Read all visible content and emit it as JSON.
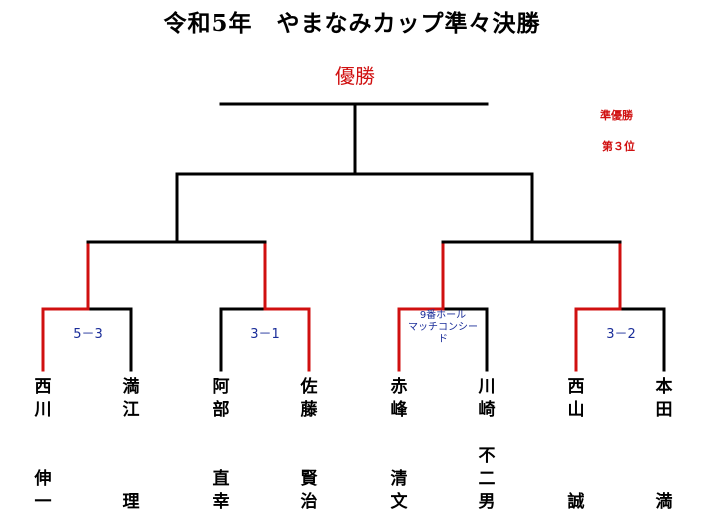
{
  "title": "令和5年　やまなみカップ準々決勝",
  "winner_label": "優勝",
  "legend": {
    "runner_up": "準優勝",
    "third": "第３位"
  },
  "colors": {
    "winner_path": "#d01010",
    "line": "#000000",
    "score": "#1a2d99"
  },
  "matches": [
    {
      "score": "5－3",
      "winner_side": "left"
    },
    {
      "score": "3－1",
      "winner_side": "right"
    },
    {
      "note": "9番ホール\nマッチコンシード",
      "winner_side": "left"
    },
    {
      "score": "3－2",
      "winner_side": "left"
    }
  ],
  "players": [
    {
      "surname": "西川",
      "given": "伸一"
    },
    {
      "surname": "満江",
      "given": "理"
    },
    {
      "surname": "阿部",
      "given": "直幸"
    },
    {
      "surname": "佐藤",
      "given": "賢治"
    },
    {
      "surname": "赤峰",
      "given": "清文"
    },
    {
      "surname": "川崎",
      "given": "不二男"
    },
    {
      "surname": "西山",
      "given": "誠"
    },
    {
      "surname": "本田",
      "given": "満"
    }
  ]
}
